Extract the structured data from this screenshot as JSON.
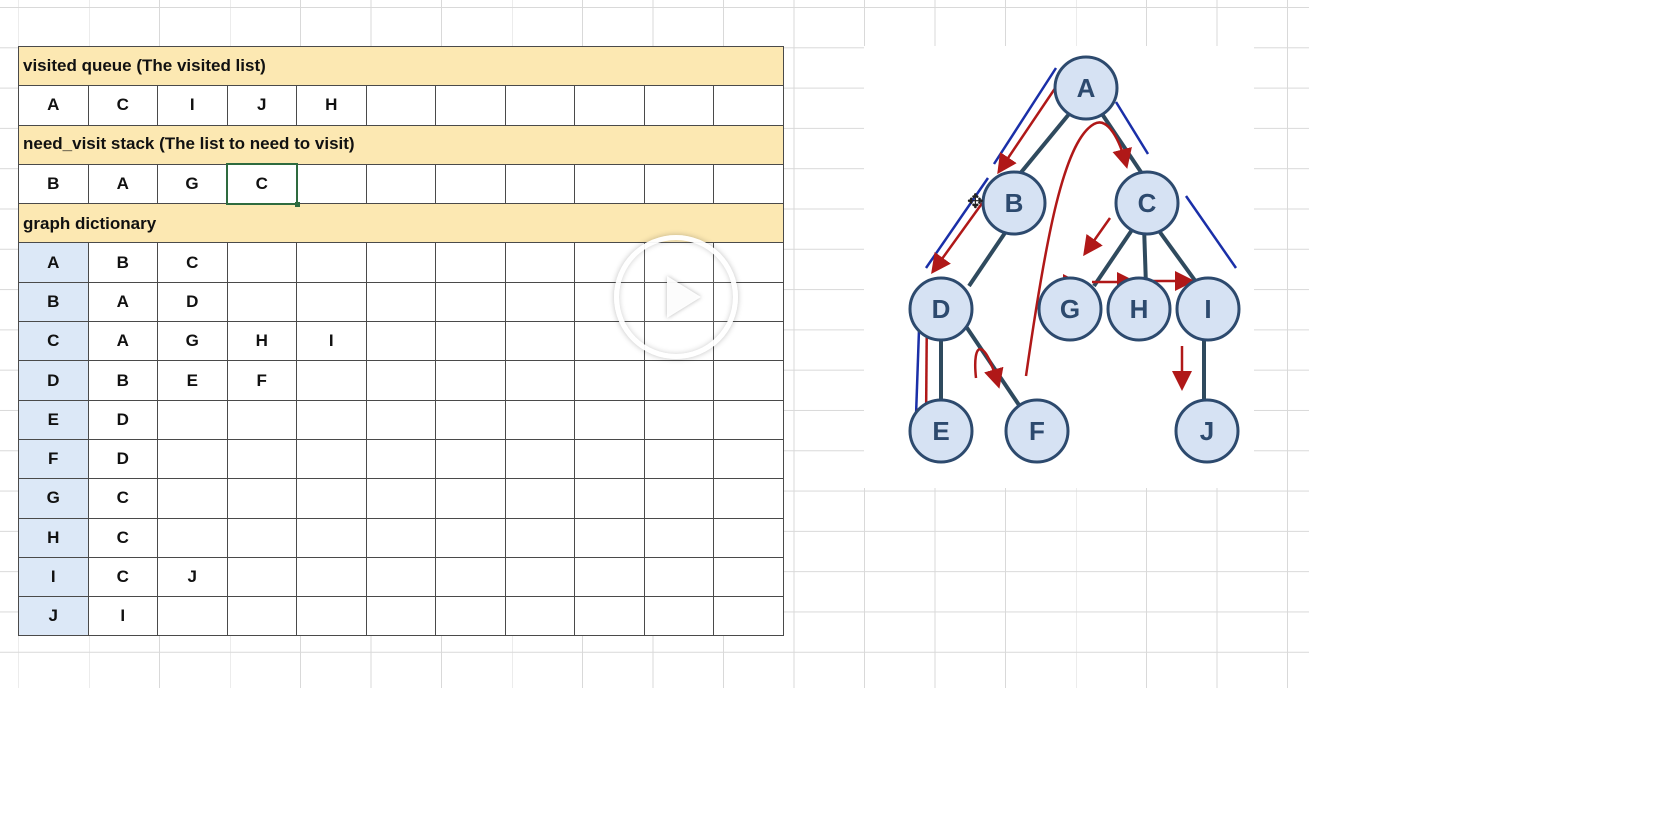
{
  "visited_section": {
    "title": "visited queue (The visited list)",
    "cells": [
      "A",
      "C",
      "I",
      "J",
      "H",
      "",
      "",
      "",
      "",
      "",
      ""
    ]
  },
  "need_visit_section": {
    "title": "need_visit stack (The list to need to visit)",
    "cells": [
      "B",
      "A",
      "G",
      "C",
      "",
      "",
      "",
      "",
      "",
      "",
      ""
    ]
  },
  "graph_section": {
    "title": "graph dictionary",
    "rows": [
      {
        "key": "A",
        "values": [
          "B",
          "C",
          "",
          "",
          "",
          "",
          "",
          "",
          "",
          ""
        ]
      },
      {
        "key": "B",
        "values": [
          "A",
          "D",
          "",
          "",
          "",
          "",
          "",
          "",
          "",
          ""
        ]
      },
      {
        "key": "C",
        "values": [
          "A",
          "G",
          "H",
          "I",
          "",
          "",
          "",
          "",
          "",
          ""
        ]
      },
      {
        "key": "D",
        "values": [
          "B",
          "E",
          "F",
          "",
          "",
          "",
          "",
          "",
          "",
          ""
        ]
      },
      {
        "key": "E",
        "values": [
          "D",
          "",
          "",
          "",
          "",
          "",
          "",
          "",
          "",
          ""
        ]
      },
      {
        "key": "F",
        "values": [
          "D",
          "",
          "",
          "",
          "",
          "",
          "",
          "",
          "",
          ""
        ]
      },
      {
        "key": "G",
        "values": [
          "C",
          "",
          "",
          "",
          "",
          "",
          "",
          "",
          "",
          ""
        ]
      },
      {
        "key": "H",
        "values": [
          "C",
          "",
          "",
          "",
          "",
          "",
          "",
          "",
          "",
          ""
        ]
      },
      {
        "key": "I",
        "values": [
          "C",
          "J",
          "",
          "",
          "",
          "",
          "",
          "",
          "",
          ""
        ]
      },
      {
        "key": "J",
        "values": [
          "I",
          "",
          "",
          "",
          "",
          "",
          "",
          "",
          "",
          ""
        ]
      }
    ]
  },
  "graph_nodes": {
    "A": "A",
    "B": "B",
    "C": "C",
    "D": "D",
    "E": "E",
    "F": "F",
    "G": "G",
    "H": "H",
    "I": "I",
    "J": "J"
  },
  "colors": {
    "section_fill": "#fce8b2",
    "key_fill": "#dce8f7",
    "node_fill": "#d6e2f3",
    "node_stroke": "#2d4a6e",
    "edge": "#2f4a5e",
    "arrow_red": "#b01818",
    "arrow_blue": "#1a2fa8",
    "active_cell_border": "#2e6b3f"
  },
  "icons": {
    "play": "play-icon",
    "cursor": "move-cursor-icon"
  }
}
